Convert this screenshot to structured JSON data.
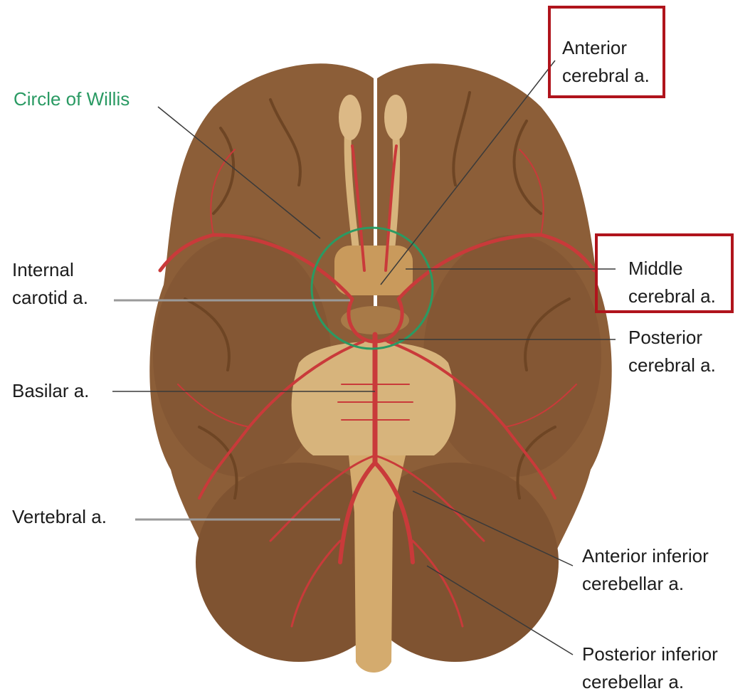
{
  "labels": {
    "circle_of_willis": "Circle of Willis",
    "anterior_cerebral": [
      "Anterior",
      "cerebral a."
    ],
    "internal_carotid": [
      "Internal",
      "carotid a."
    ],
    "middle_cerebral": [
      "Middle",
      "cerebral a."
    ],
    "posterior_cerebral": [
      "Posterior",
      "cerebral a."
    ],
    "basilar": "Basilar a.",
    "vertebral": "Vertebral a.",
    "anterior_inferior_cerebellar": [
      "Anterior inferior",
      "cerebellar a."
    ],
    "posterior_inferior_cerebellar": [
      "Posterior inferior",
      "cerebellar a."
    ]
  },
  "highlighted": [
    "anterior_cerebral",
    "middle_cerebral"
  ],
  "colors": {
    "brain": "#8c5e38",
    "brain_shadow": "#6e4524",
    "brainstem": "#d7b47c",
    "artery": "#c93a3a",
    "highlight_box": "#b0141c",
    "circle_of_willis": "#2a9a63"
  }
}
